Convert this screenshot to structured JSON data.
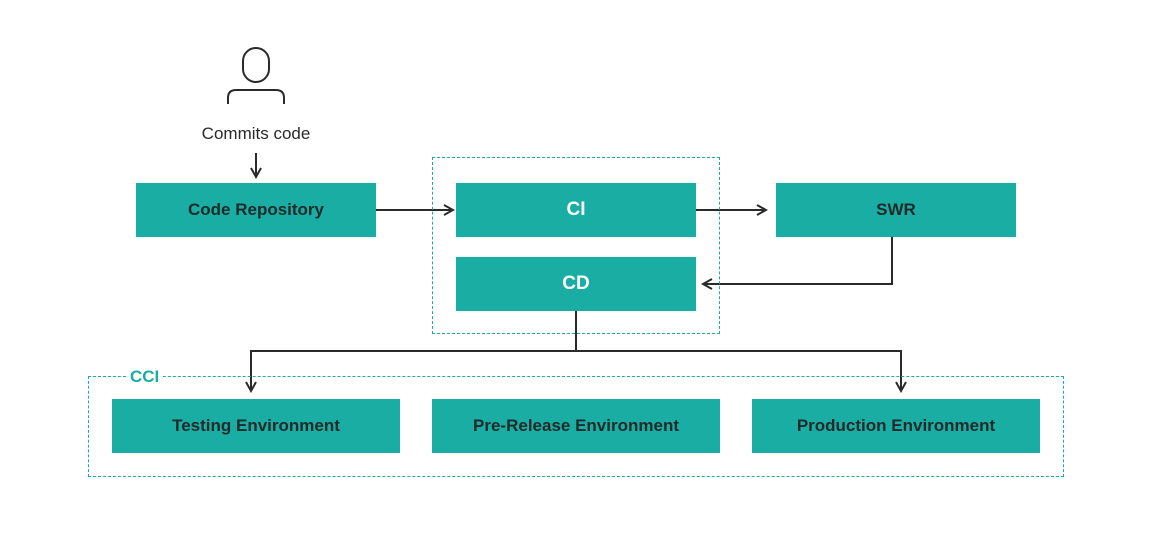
{
  "user": {
    "icon": "user-icon",
    "label": "Commits code"
  },
  "nodes": {
    "code_repository": "Code Repository",
    "ci": "CI",
    "swr": "SWR",
    "cd": "CD",
    "testing": "Testing Environment",
    "pre_release": "Pre-Release Environment",
    "production": "Production Environment"
  },
  "groups": {
    "cci": "CCI"
  },
  "colors": {
    "accent": "#1aada3",
    "line": "#2a2a2a"
  }
}
